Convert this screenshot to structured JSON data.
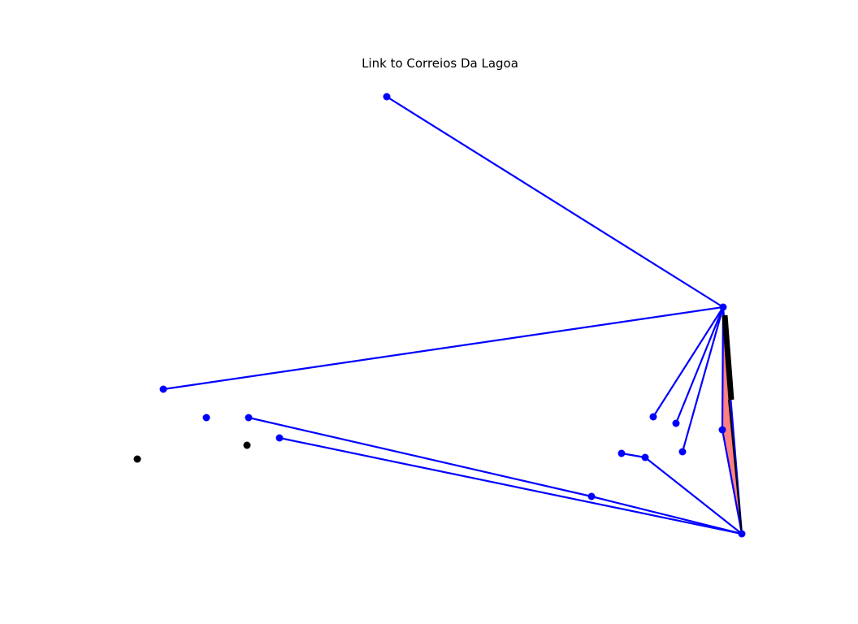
{
  "title": "Link to Correios Da Lagoa",
  "colors": {
    "edge": "#0000ff",
    "node": "#0000ff",
    "unlinked_node": "#000000",
    "highlight_link": "#000000",
    "highlight_fill": "#ff8080"
  },
  "nodes": [
    {
      "id": "top"
    },
    {
      "id": "hub"
    },
    {
      "id": "left-far"
    },
    {
      "id": "mid-1"
    },
    {
      "id": "mid-2"
    },
    {
      "id": "mid-3"
    },
    {
      "id": "right-1"
    },
    {
      "id": "right-2"
    },
    {
      "id": "right-3"
    },
    {
      "id": "right-4"
    },
    {
      "id": "right-5"
    },
    {
      "id": "right-6"
    },
    {
      "id": "right-7"
    },
    {
      "id": "bottom"
    },
    {
      "id": "black-1"
    },
    {
      "id": "black-2"
    }
  ],
  "edges": [
    [
      "top",
      "hub"
    ],
    [
      "hub",
      "left-far"
    ],
    [
      "hub",
      "right-1"
    ],
    [
      "hub",
      "right-2"
    ],
    [
      "hub",
      "right-3"
    ],
    [
      "hub",
      "right-4"
    ],
    [
      "right-4",
      "bottom"
    ],
    [
      "hub",
      "bottom"
    ],
    [
      "right-6",
      "right-5"
    ],
    [
      "right-5",
      "bottom"
    ],
    [
      "mid-2",
      "right-7"
    ],
    [
      "right-7",
      "bottom"
    ],
    [
      "mid-3",
      "bottom"
    ]
  ]
}
